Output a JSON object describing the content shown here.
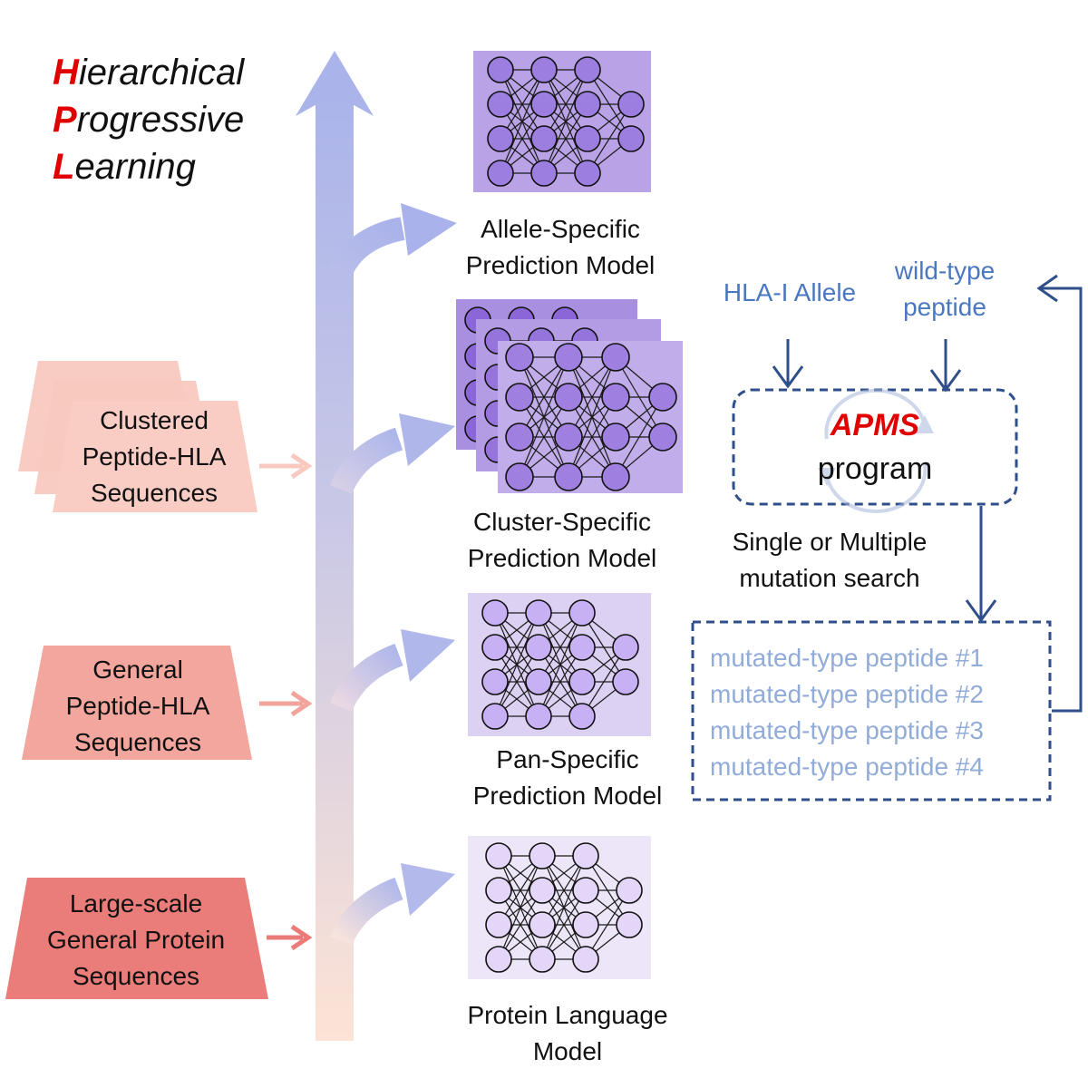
{
  "title": {
    "line1": {
      "initial": "H",
      "rest": "ierarchical"
    },
    "line2": {
      "initial": "P",
      "rest": "rogressive"
    },
    "line3": {
      "initial": "L",
      "rest": "earning"
    }
  },
  "models": [
    {
      "line1": "Allele-Specific",
      "line2": "Prediction Model"
    },
    {
      "line1": "Cluster-Specific",
      "line2": "Prediction Model"
    },
    {
      "line1": "Pan-Specific",
      "line2": "Prediction Model"
    },
    {
      "line1": "Protein Language",
      "line2": "Model"
    }
  ],
  "inputs": [
    {
      "line1": "Clustered",
      "line2": "Peptide-HLA",
      "line3": "Sequences"
    },
    {
      "line1": "General",
      "line2": "Peptide-HLA",
      "line3": "Sequences"
    },
    {
      "line1": "Large-scale",
      "line2": "General Protein",
      "line3": "Sequences"
    }
  ],
  "apms": {
    "hla_allele": "HLA-I Allele",
    "wild_type_line1": "wild-type",
    "wild_type_line2": "peptide",
    "name": "APMS",
    "program": "program",
    "search_line1": "Single or Multiple",
    "search_line2": "mutation search",
    "mutated": [
      "mutated-type peptide #1",
      "mutated-type peptide #2",
      "mutated-type peptide #3",
      "mutated-type peptide #4"
    ]
  },
  "colors": {
    "title_accent": "#e00000",
    "flow_blue": "#4a78bf",
    "mutated_text": "#92acd8",
    "arrow_top": "#aab4ea",
    "arrow_bottom": "#fbe0d3",
    "input_light": "#f8c6bd",
    "input_mid": "#f2a49c",
    "input_dark": "#ea7b78"
  }
}
